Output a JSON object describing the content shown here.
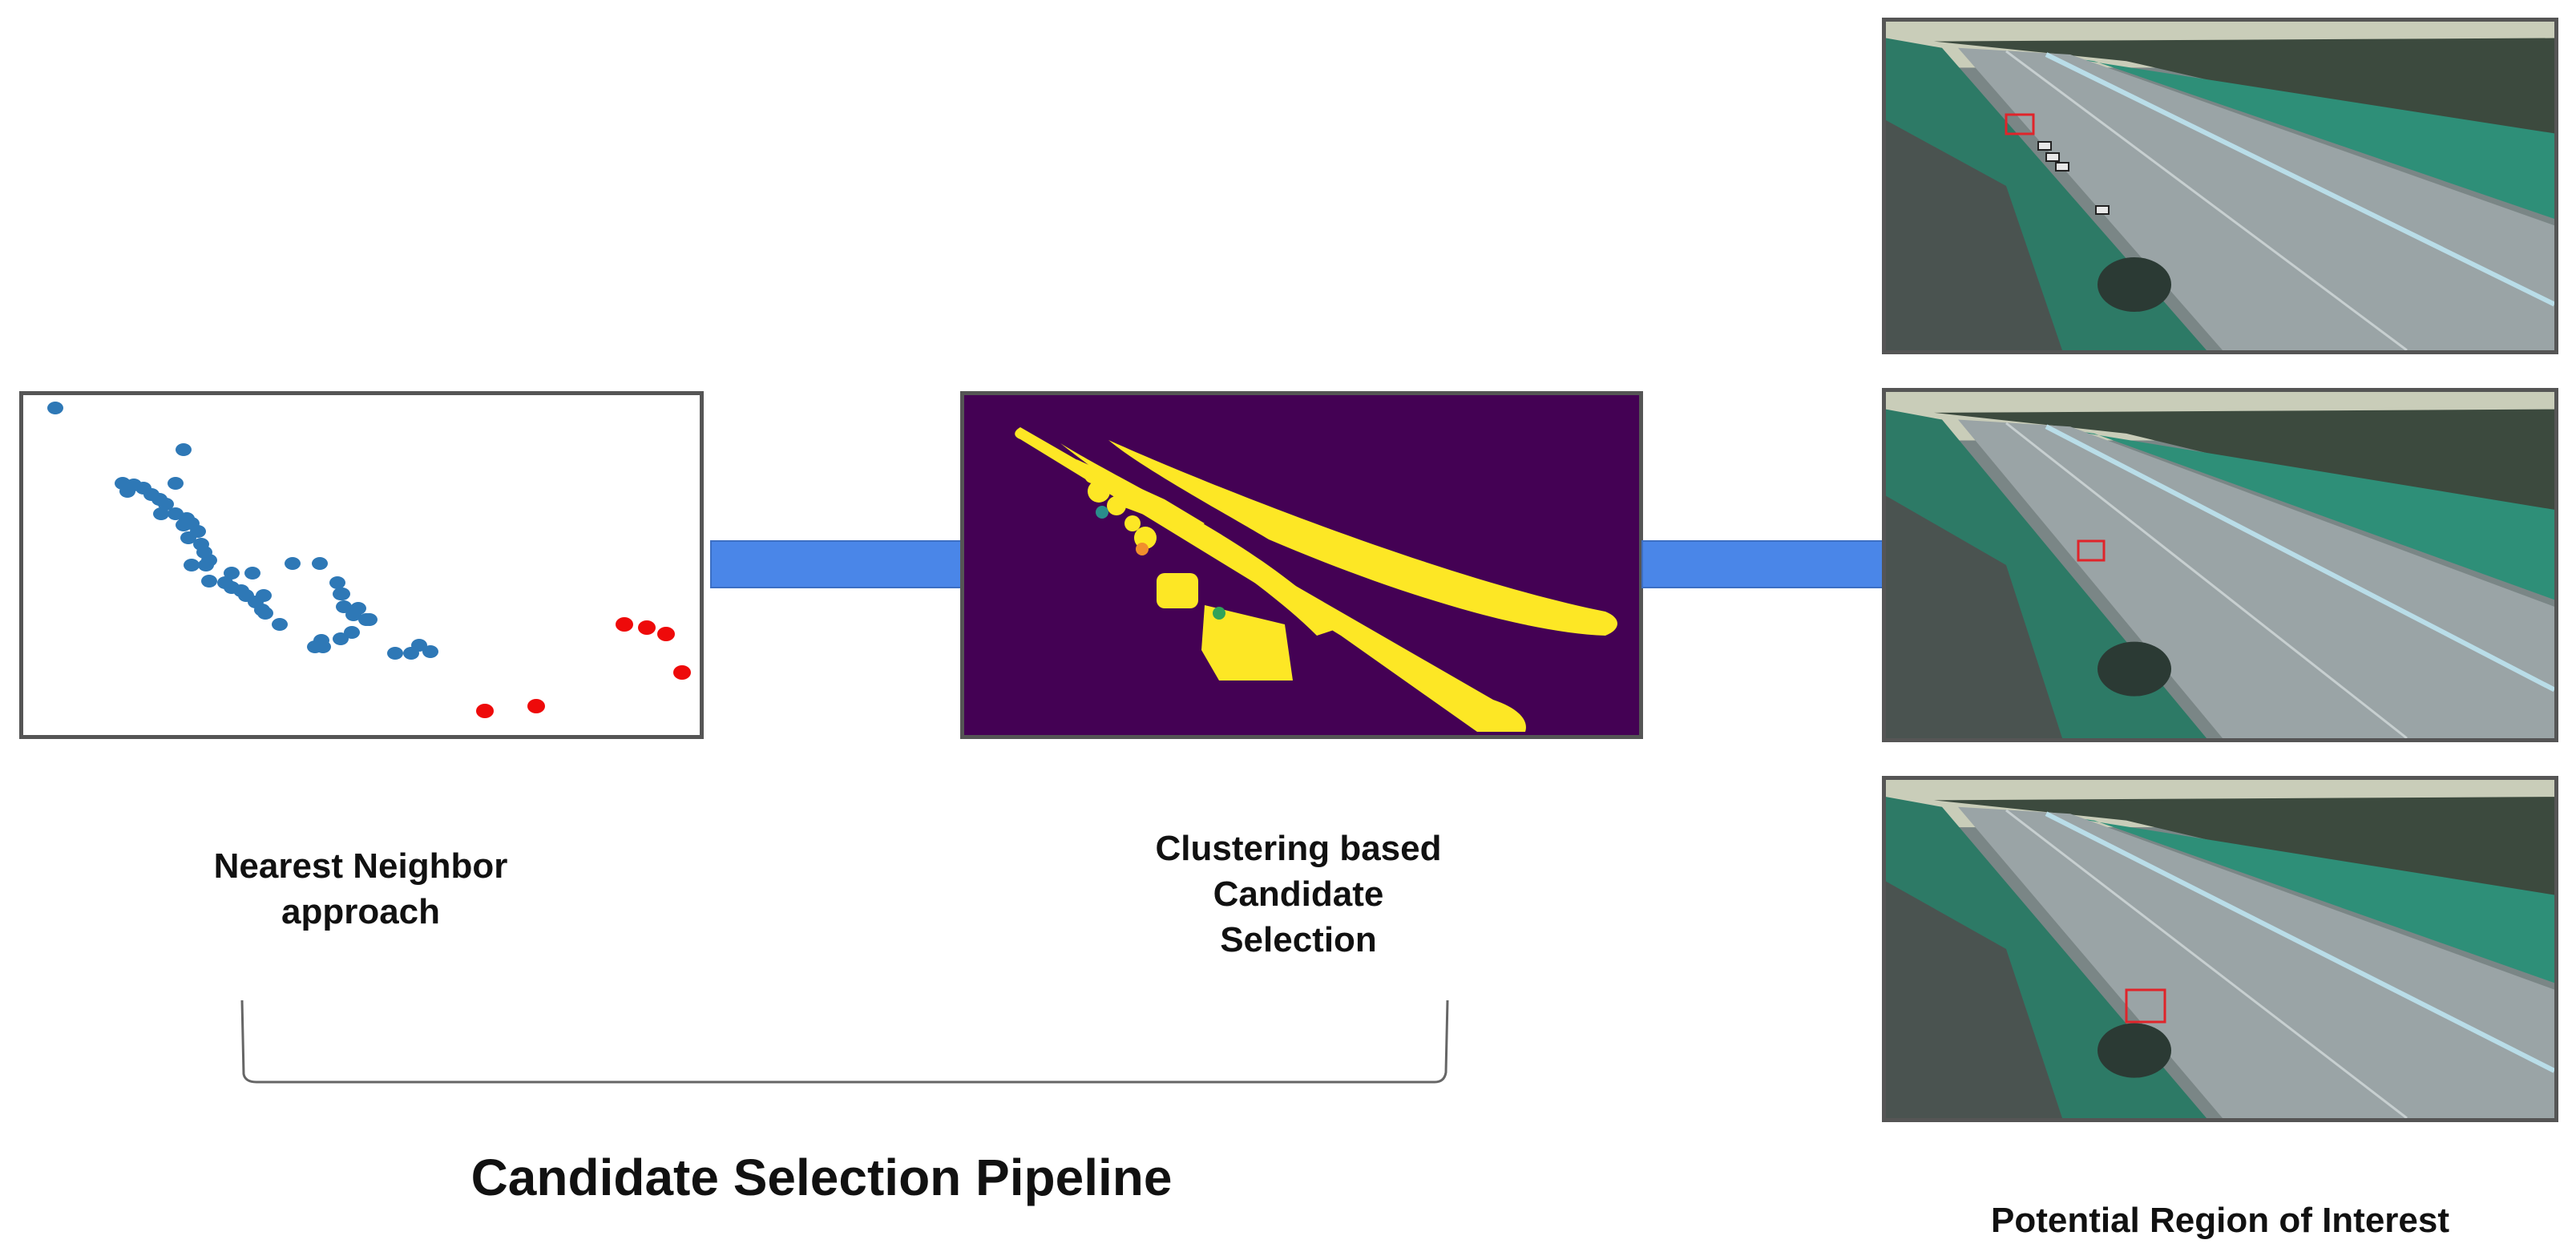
{
  "labels": {
    "nearest_neighbor": "Nearest Neighbor\napproach",
    "clustering": "Clustering based\nCandidate\nSelection",
    "pipeline": "Candidate Selection Pipeline",
    "region_of_interest": "Potential Region of Interest"
  },
  "colors": {
    "connector": "#4a86e8",
    "cluster_background": "#440154",
    "cluster_foreground": "#fde725",
    "inlier_points": "#2e78b6",
    "outlier_points": "#ee0a0a",
    "roi_box": "#e0242a"
  },
  "panels": {
    "scatter": {
      "description_icon": "scatter-plot-icon"
    },
    "clustering": {
      "description_icon": "cluster-mask-icon"
    },
    "frames": [
      {
        "name": "highway-frame-1"
      },
      {
        "name": "highway-frame-2"
      },
      {
        "name": "highway-frame-3"
      }
    ]
  }
}
